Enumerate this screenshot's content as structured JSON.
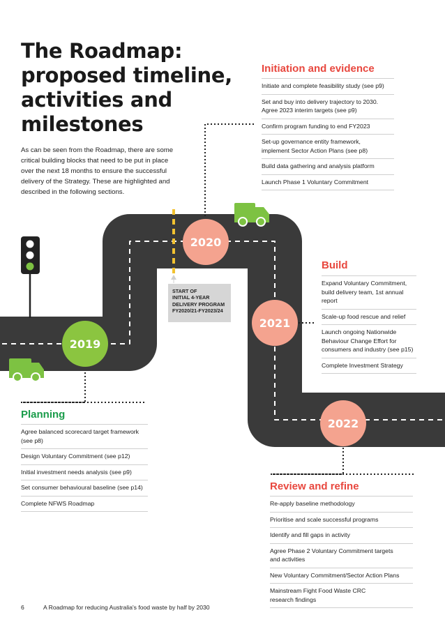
{
  "title_lines": [
    "The Roadmap:",
    "proposed timeline,",
    "activities and",
    "milestones"
  ],
  "intro_lines": [
    "As can be seen from the Roadmap, there are some",
    "critical building blocks that need to be put in place",
    "over the next 18 months to ensure the successful",
    "delivery of the Strategy. These are highlighted and",
    "described in the following sections."
  ],
  "years": [
    "2019",
    "2020",
    "2021",
    "2022"
  ],
  "start_box": [
    "START OF",
    "INITIAL 4-YEAR",
    "DELIVERY PROGRAM",
    "FY2020/21-FY2023/24"
  ],
  "sections": {
    "initiation": {
      "title": "Initiation and evidence",
      "items": [
        [
          "Initiate and complete feasibility study (see p9)"
        ],
        [
          "Set and buy into delivery trajectory to 2030.",
          "Agree 2023 interim targets (see p9)"
        ],
        [
          "Confirm program funding to end FY2023"
        ],
        [
          "Set-up governance entity framework,",
          "implement Sector Action Plans (see p8)"
        ],
        [
          "Build data gathering and analysis platform"
        ],
        [
          "Launch Phase 1 Voluntary Commitment"
        ]
      ]
    },
    "build": {
      "title": "Build",
      "items": [
        [
          "Expand Voluntary Commitment,",
          "build delivery team, 1st annual",
          "report"
        ],
        [
          "Scale-up food rescue and relief"
        ],
        [
          "Launch ongoing Nationwide",
          "Behaviour Change Effort for",
          "consumers and industry (see p15)"
        ],
        [
          "Complete Investment Strategy"
        ]
      ]
    },
    "planning": {
      "title": "Planning",
      "items": [
        [
          "Agree balanced scorecard target framework",
          "(see p8)"
        ],
        [
          "Design Voluntary Commitment (see p12)"
        ],
        [
          "Initial investment needs analysis (see p9)"
        ],
        [
          "Set consumer behavioural baseline (see p14)"
        ],
        [
          "Complete NFWS Roadmap"
        ]
      ]
    },
    "review": {
      "title": "Review and refine",
      "items": [
        [
          "Re-apply baseline methodology"
        ],
        [
          "Prioritise and scale successful programs"
        ],
        [
          "Identify and fill gaps in activity"
        ],
        [
          "Agree Phase 2 Voluntary Commitment targets",
          "and activities"
        ],
        [
          "New Voluntary Commitment/Sector Action Plans"
        ],
        [
          "Mainstream Fight Food Waste CRC",
          "research findings"
        ]
      ]
    }
  },
  "footer": {
    "page_number": "6",
    "text": "A Roadmap for reducing Australia's food waste by half by 2030"
  },
  "colors": {
    "road": "#3a3a3a",
    "accent_red": "#e8473e",
    "accent_green": "#1a9c4a",
    "truck_green": "#7dc242",
    "year_2019": "#8bc540",
    "year_other": "#f4a38f",
    "start_line": "#f2c230"
  }
}
